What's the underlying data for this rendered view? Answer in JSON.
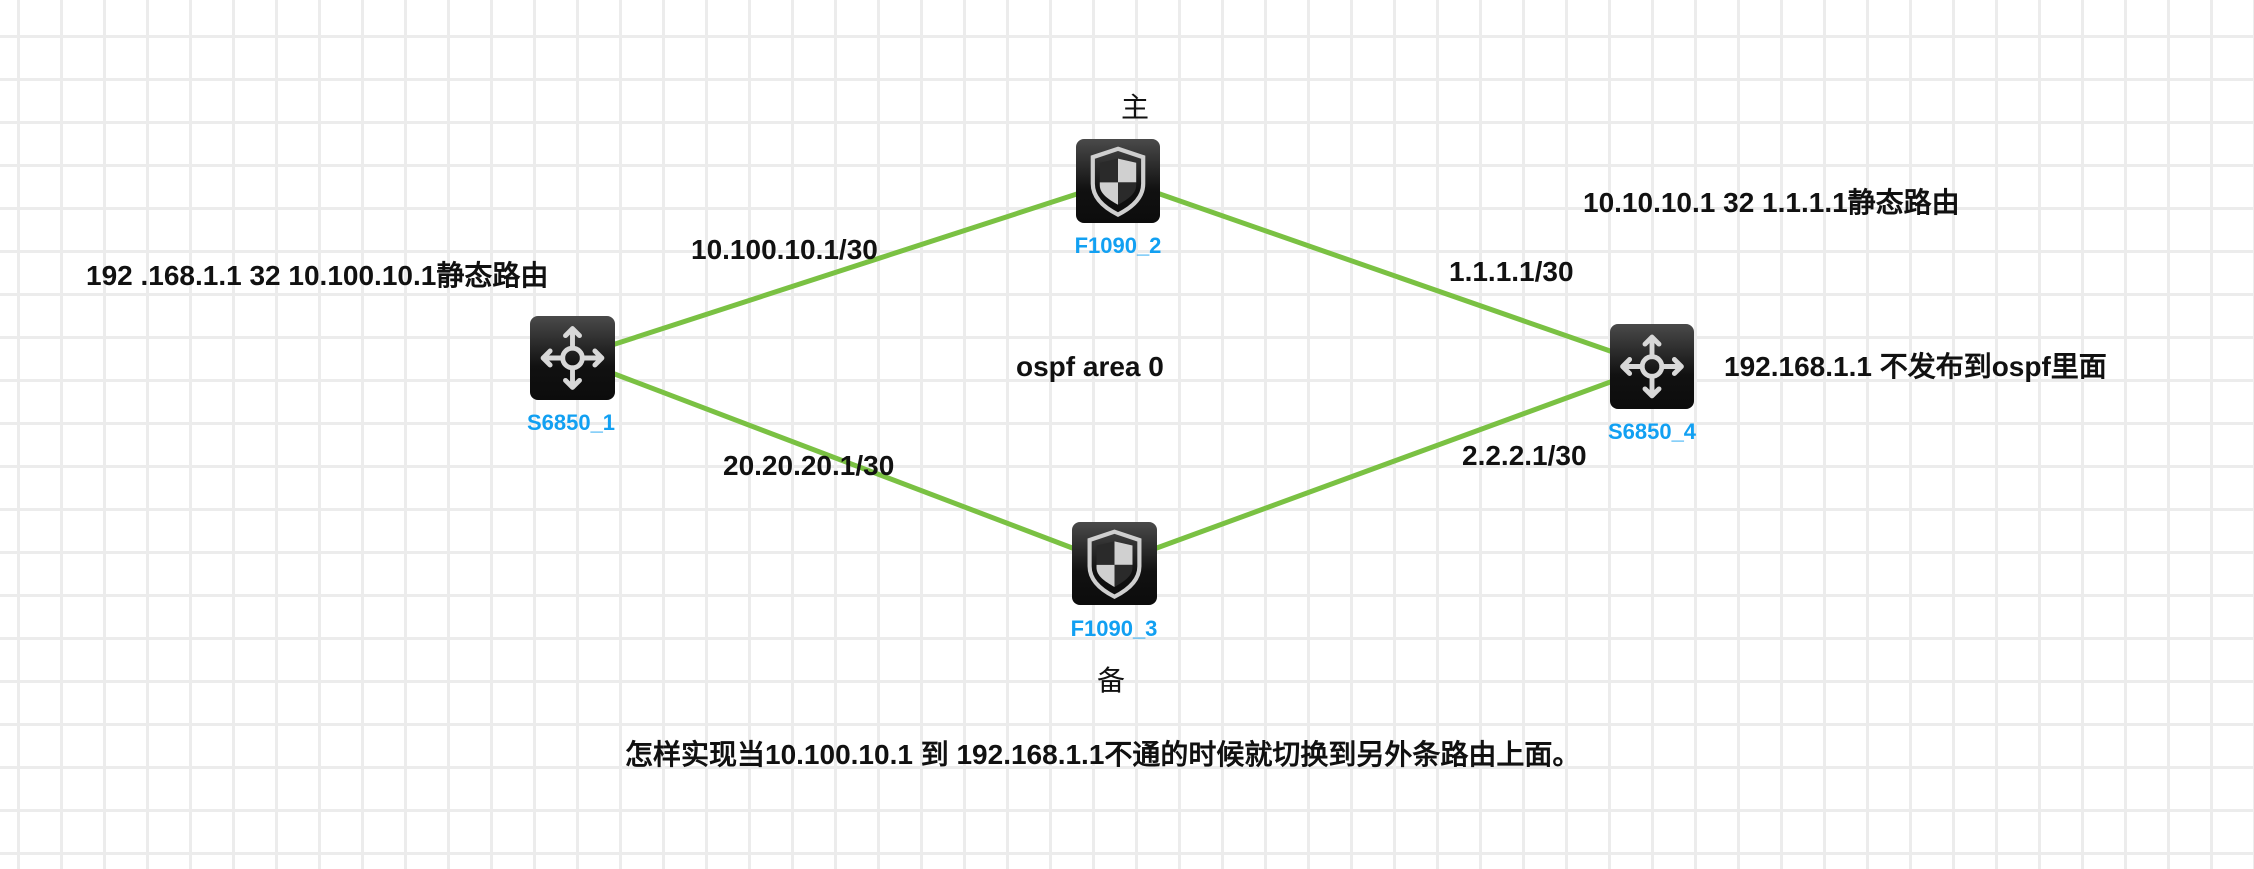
{
  "devices": {
    "s1": {
      "name": "S6850_1",
      "type": "switch"
    },
    "f2": {
      "name": "F1090_2",
      "type": "firewall"
    },
    "f3": {
      "name": "F1090_3",
      "type": "firewall"
    },
    "s4": {
      "name": "S6850_4",
      "type": "switch"
    }
  },
  "links": {
    "s1_f2": "10.100.10.1/30",
    "s1_f3": "20.20.20.1/30",
    "f2_s4": "1.1.1.1/30",
    "f3_s4": "2.2.2.1/30"
  },
  "annotations": {
    "primary": "主",
    "backup": "备",
    "area": "ospf area 0",
    "left_static": "192 .168.1.1 32 10.100.10.1静态路由",
    "right_static": "10.10.10.1 32 1.1.1.1静态路由",
    "right_note": "192.168.1.1 不发布到ospf里面",
    "question": "怎样实现当10.100.10.1 到 192.168.1.1不通的时候就切换到另外条路由上面。"
  },
  "colors": {
    "link": "#7ac143",
    "label": "#12a0f2"
  }
}
